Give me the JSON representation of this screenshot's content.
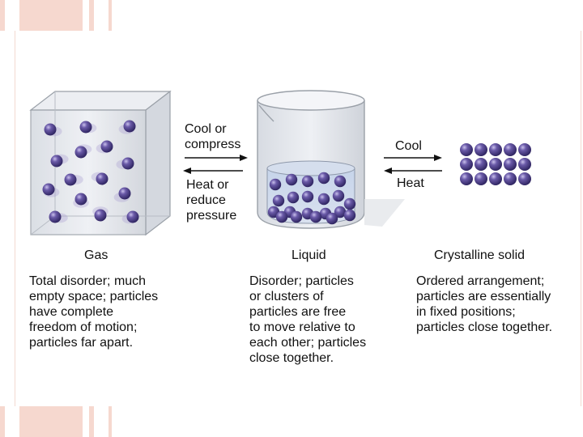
{
  "arrows": {
    "gas_liquid_forward": "Cool or\ncompress",
    "gas_liquid_reverse": "Heat or\nreduce\npressure",
    "liquid_solid_forward": "Cool",
    "liquid_solid_reverse": "Heat"
  },
  "states": [
    {
      "label": "Gas",
      "description": "Total disorder; much\nempty space; particles\nhave complete\nfreedom  of motion;\nparticles far apart."
    },
    {
      "label": "Liquid",
      "description": "Disorder; particles\nor clusters of\nparticles are free\nto move relative to\neach other; particles\nclose together."
    },
    {
      "label": "Crystalline solid",
      "description": "Ordered arrangement;\nparticles are essentially\nin fixed positions;\nparticles close together."
    }
  ],
  "colors": {
    "particle": "#4b3d86",
    "particle_highlight": "#b4a8e0",
    "slide_stripe": "#f6d8cf"
  }
}
